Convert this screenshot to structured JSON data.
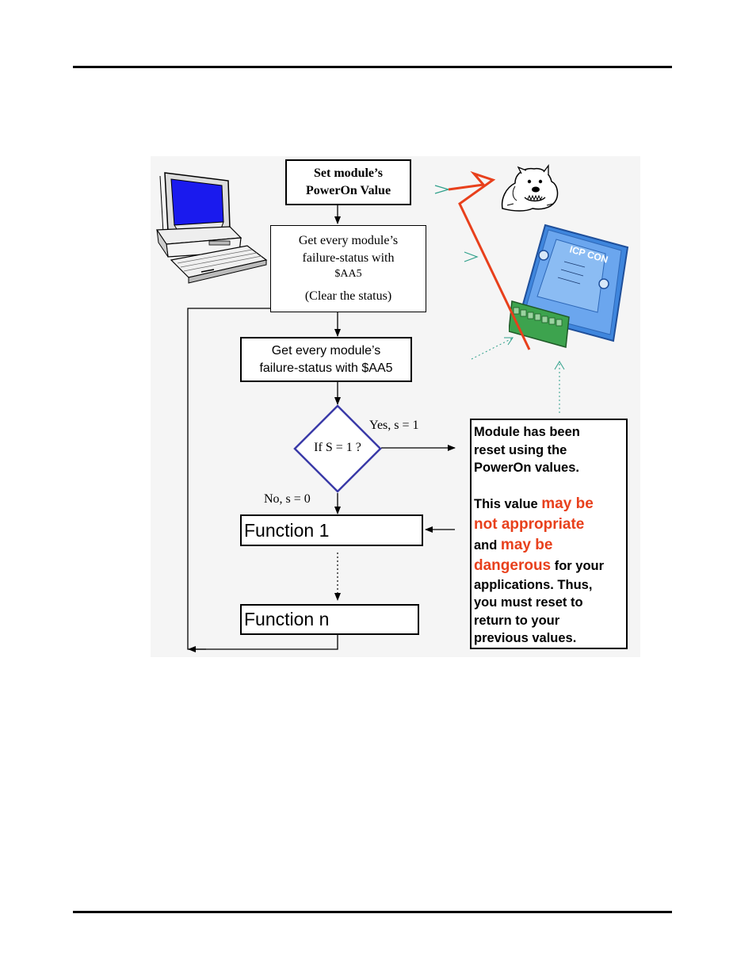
{
  "flowchart": {
    "set_box": {
      "line1": "Set module’s",
      "line2": "PowerOn Value"
    },
    "get_box_1": {
      "line1": "Get every module’s",
      "line2": "failure-status with",
      "line3": "$AA5",
      "line4": "(Clear the status)"
    },
    "get_box_2": {
      "line1": "Get every module’s",
      "line2": "failure-status with $AA5"
    },
    "decision": "If S = 1 ?",
    "yes_label": "Yes, s = 1",
    "no_label": "No, s = 0",
    "function_1": "Function 1",
    "function_n": "Function n"
  },
  "note": {
    "p1_l1": "Module has been",
    "p1_l2": "reset using the",
    "p1_l3": "PowerOn values.",
    "p2_a": "This value ",
    "p2_b": "may be",
    "p2_c": "not appropriate",
    "p2_d": "and ",
    "p2_e": "may be",
    "p2_f": "dangerous",
    "p2_g": " for your",
    "p2_h": "applications. Thus,",
    "p2_i": "you must reset to",
    "p2_j": "return to your",
    "p2_k": "previous values."
  },
  "module_logo": {
    "brand": "ICP CON"
  },
  "colors": {
    "decision_border": "#3a3aa8",
    "warning_text": "#e8401c",
    "lightning": "#e8401c",
    "dash_arrow": "#2ea08a",
    "monitor_screen": "#1a1aee"
  },
  "icons": [
    "computer-icon",
    "io-module-icon",
    "bulldog-icon",
    "lightning-icon"
  ]
}
